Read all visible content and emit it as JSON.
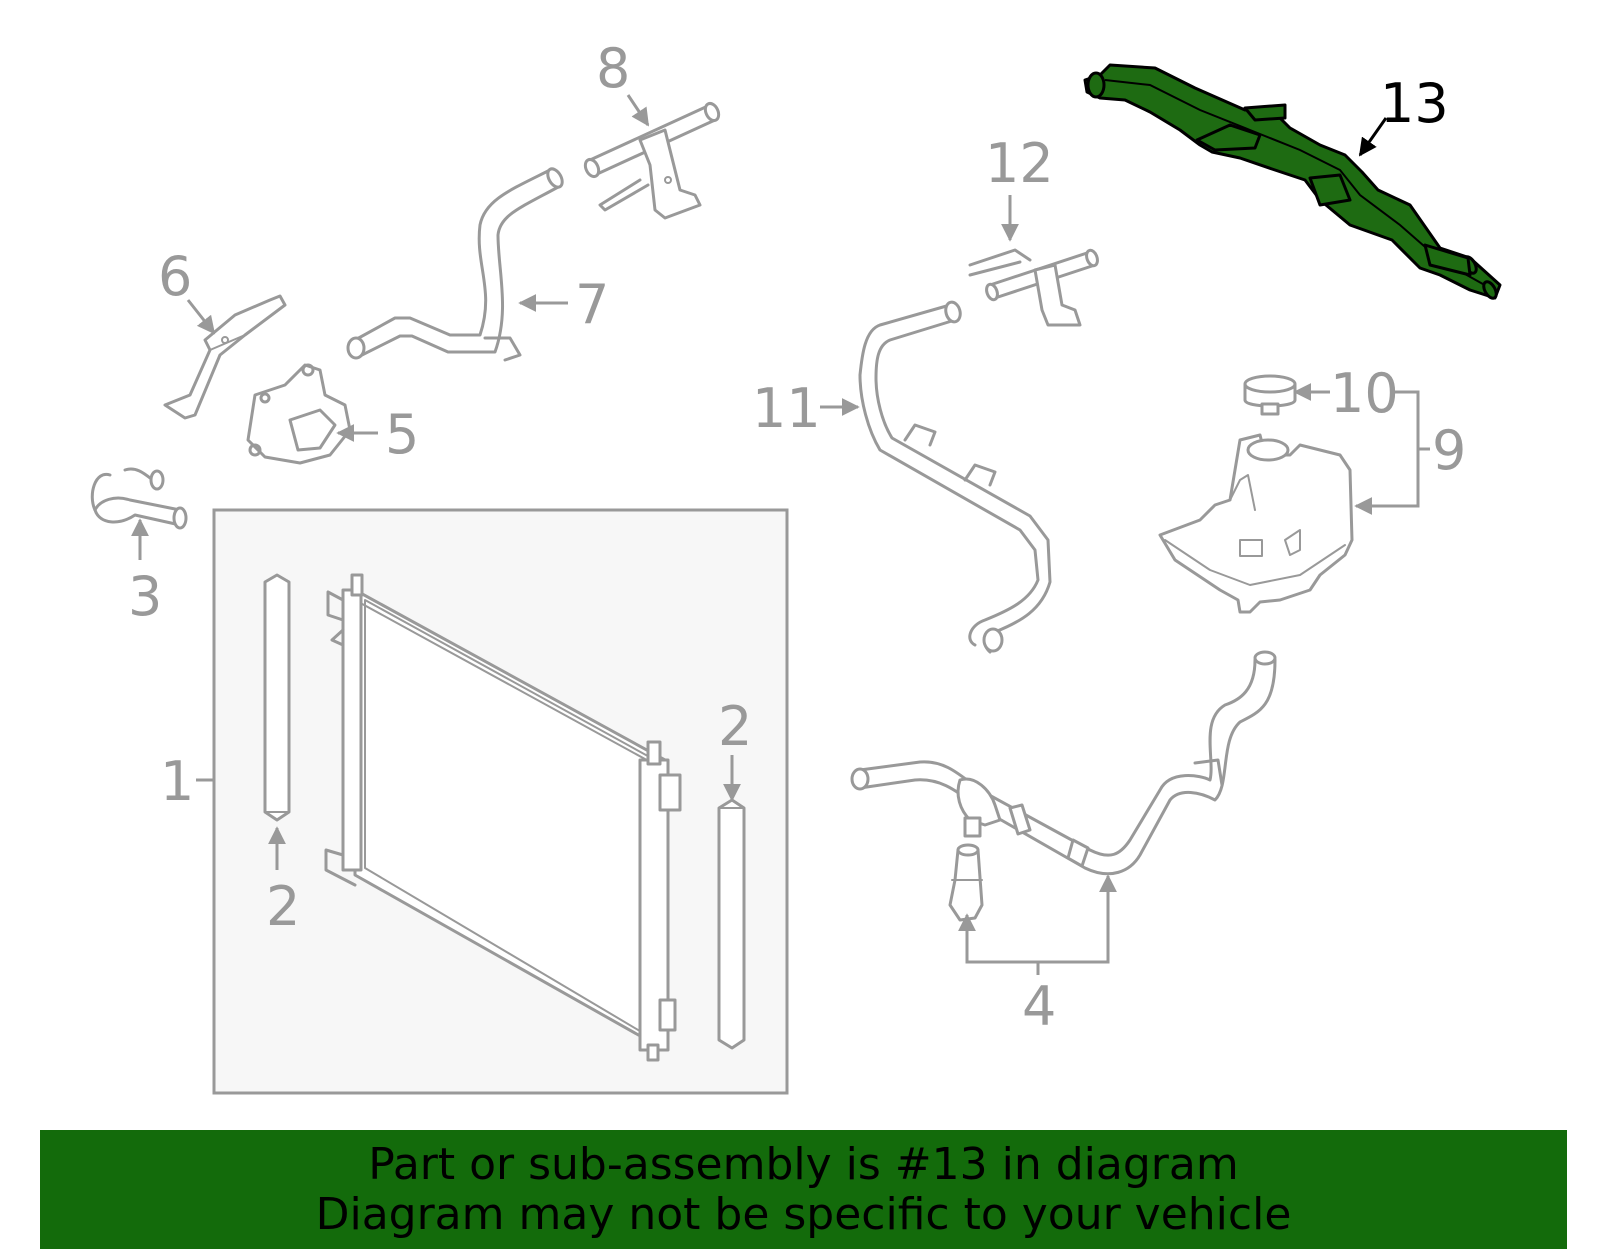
{
  "highlight_color": "#1e6b12",
  "banner_color": "#136b0b",
  "part_color": "#999999",
  "callouts": {
    "c1": "1",
    "c2a": "2",
    "c2b": "2",
    "c3": "3",
    "c4": "4",
    "c5": "5",
    "c6": "6",
    "c7": "7",
    "c8": "8",
    "c9": "9",
    "c10": "10",
    "c11": "11",
    "c12": "12",
    "c13": "13"
  },
  "banner": {
    "line1": "Part or sub-assembly is #13 in diagram",
    "line2": "Diagram may not be specific to your vehicle"
  }
}
